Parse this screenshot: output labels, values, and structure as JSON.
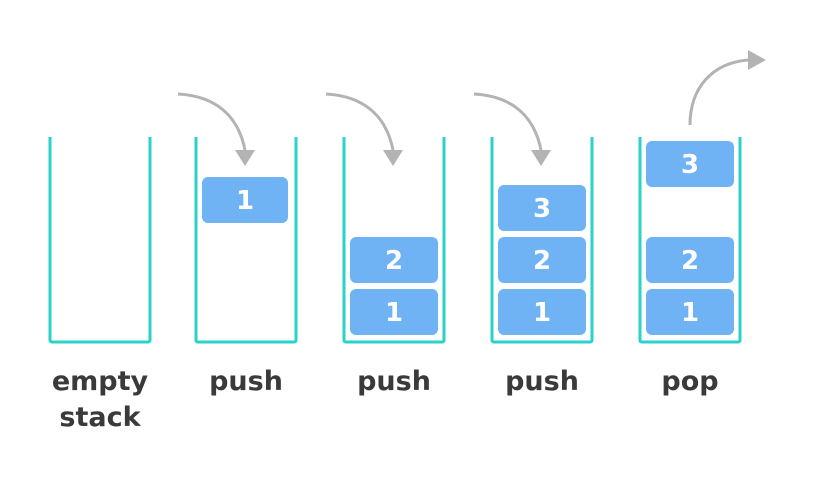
{
  "colors": {
    "container": "#2ad2c9",
    "block": "#6fb3f5",
    "block_text": "#ffffff",
    "caption": "#3a3a3a",
    "arrow": "#b3b3b3"
  },
  "stages": [
    {
      "caption_lines": [
        "empty",
        "stack"
      ],
      "blocks": [],
      "arrow": "none"
    },
    {
      "caption_lines": [
        "push"
      ],
      "blocks": [
        "1"
      ],
      "arrow": "in"
    },
    {
      "caption_lines": [
        "push"
      ],
      "blocks": [
        "2",
        "1"
      ],
      "arrow": "in"
    },
    {
      "caption_lines": [
        "push"
      ],
      "blocks": [
        "3",
        "2",
        "1"
      ],
      "arrow": "in"
    },
    {
      "caption_lines": [
        "pop"
      ],
      "blocks": [
        "3",
        "2",
        "1"
      ],
      "arrow": "out"
    }
  ]
}
